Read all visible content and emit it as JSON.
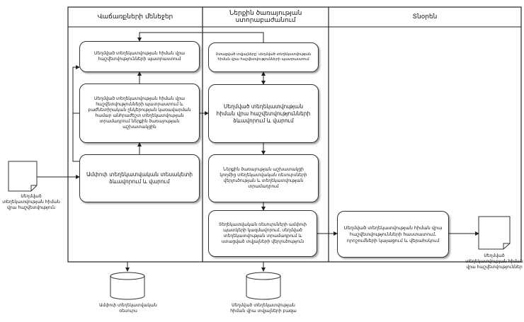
{
  "lanes": [
    {
      "title": "Վաճառքների մենեջեր"
    },
    {
      "title": "Ներքին ծառայության ստորաբաժանում"
    },
    {
      "title": "Տնօրեն"
    }
  ],
  "process_boxes": [
    {
      "text": "Սեղմված տեղեկատվության հիման վրա հաշվետվությունների պատրաստում"
    },
    {
      "text": "Սեղմված տեղեկատվության հիման վրա հաշվետվությունների պատրաստում և բաժնետիրական ընկերության կառավարման համար անհրաժեշտ տեղեկատվության տրամադրում ներքին ծառայության աշխատակցին"
    },
    {
      "text": "Ամփոփ տեղեկատվական տեսակետի ձևավորում և վարում"
    },
    {
      "text": "Ստացված տվյալները՝ սեղմված տեղեկատվության հիման վրա հաշվետվությունների պատրաստում"
    },
    {
      "text": "Սեղմված տեղեկատվության հիման վրա հաշվետվությունների ձևավորում և վարում"
    },
    {
      "text": "Ներքին ծառայության աշխատակցի կողմից տեղեկատվական ռեսուրսների վերլուծության և տեղեկատվության տրամադրում"
    },
    {
      "text": "Տեղեկատվական ռեսուրսների ամփոփ պատկերի կազմավորում, սեղմված տեղեկատվության տրամադրում և ստացված տվյալների վերլուծություն"
    },
    {
      "text": "Սեղմված տեղեկատվության հիման վրա հաշվետվությունների հաստատում, որոշումների կայացում և վերահսկում"
    }
  ],
  "documents": [
    {
      "label": "Սեղմված տեղեկատվության հիման վրա հաշվետվություն"
    },
    {
      "label": "Սեղմված տեղեկատվության հիման վրա հաշվետվություններ"
    }
  ],
  "databases": [
    {
      "label": "Ամփոփ տեղեկատվական ռեսուրս"
    },
    {
      "label": "Սեղմված տեղեկատվության հիման վրա տվյալների բազա"
    }
  ]
}
